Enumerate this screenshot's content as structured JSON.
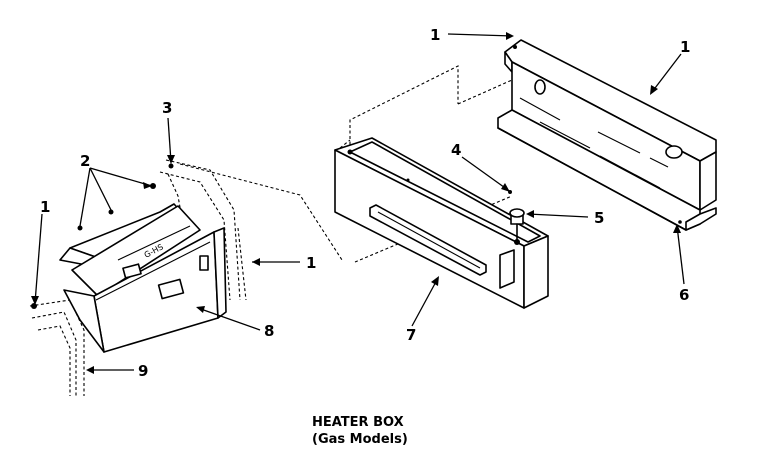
{
  "caption": {
    "title": "HEATER BOX",
    "subtitle": "(Gas Models)"
  },
  "callouts": {
    "c1_top": "1",
    "c1_topright": "1",
    "c1_left": "1",
    "c1_mid": "1",
    "c2": "2",
    "c3": "3",
    "c4": "4",
    "c5": "5",
    "c6": "6",
    "c7": "7",
    "c8": "8",
    "c9": "9"
  },
  "part_stamp": "G-HS"
}
